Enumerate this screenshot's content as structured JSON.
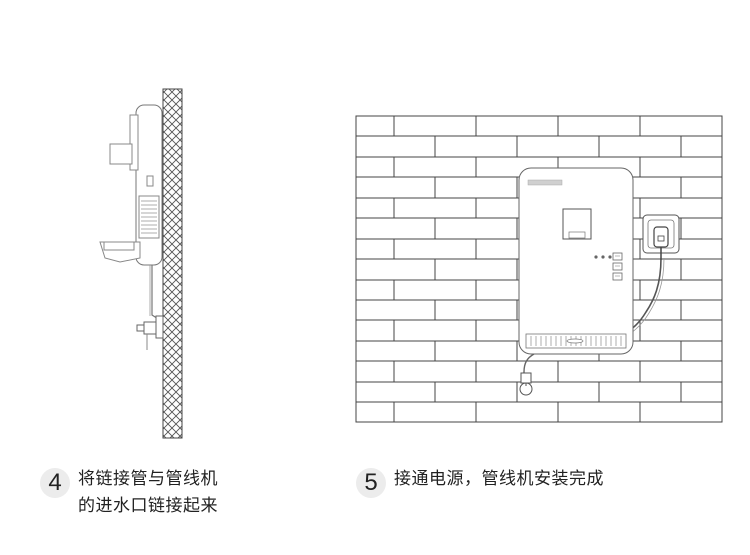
{
  "steps": [
    {
      "number": "4",
      "lines": [
        "将链接管与管线机",
        "的进水口链接起来"
      ]
    },
    {
      "number": "5",
      "lines": [
        "接通电源，管线机安装完成"
      ]
    }
  ],
  "colors": {
    "stroke": "#555555",
    "unit_fill": "#ffffff",
    "badge_bg": "#ececec"
  }
}
